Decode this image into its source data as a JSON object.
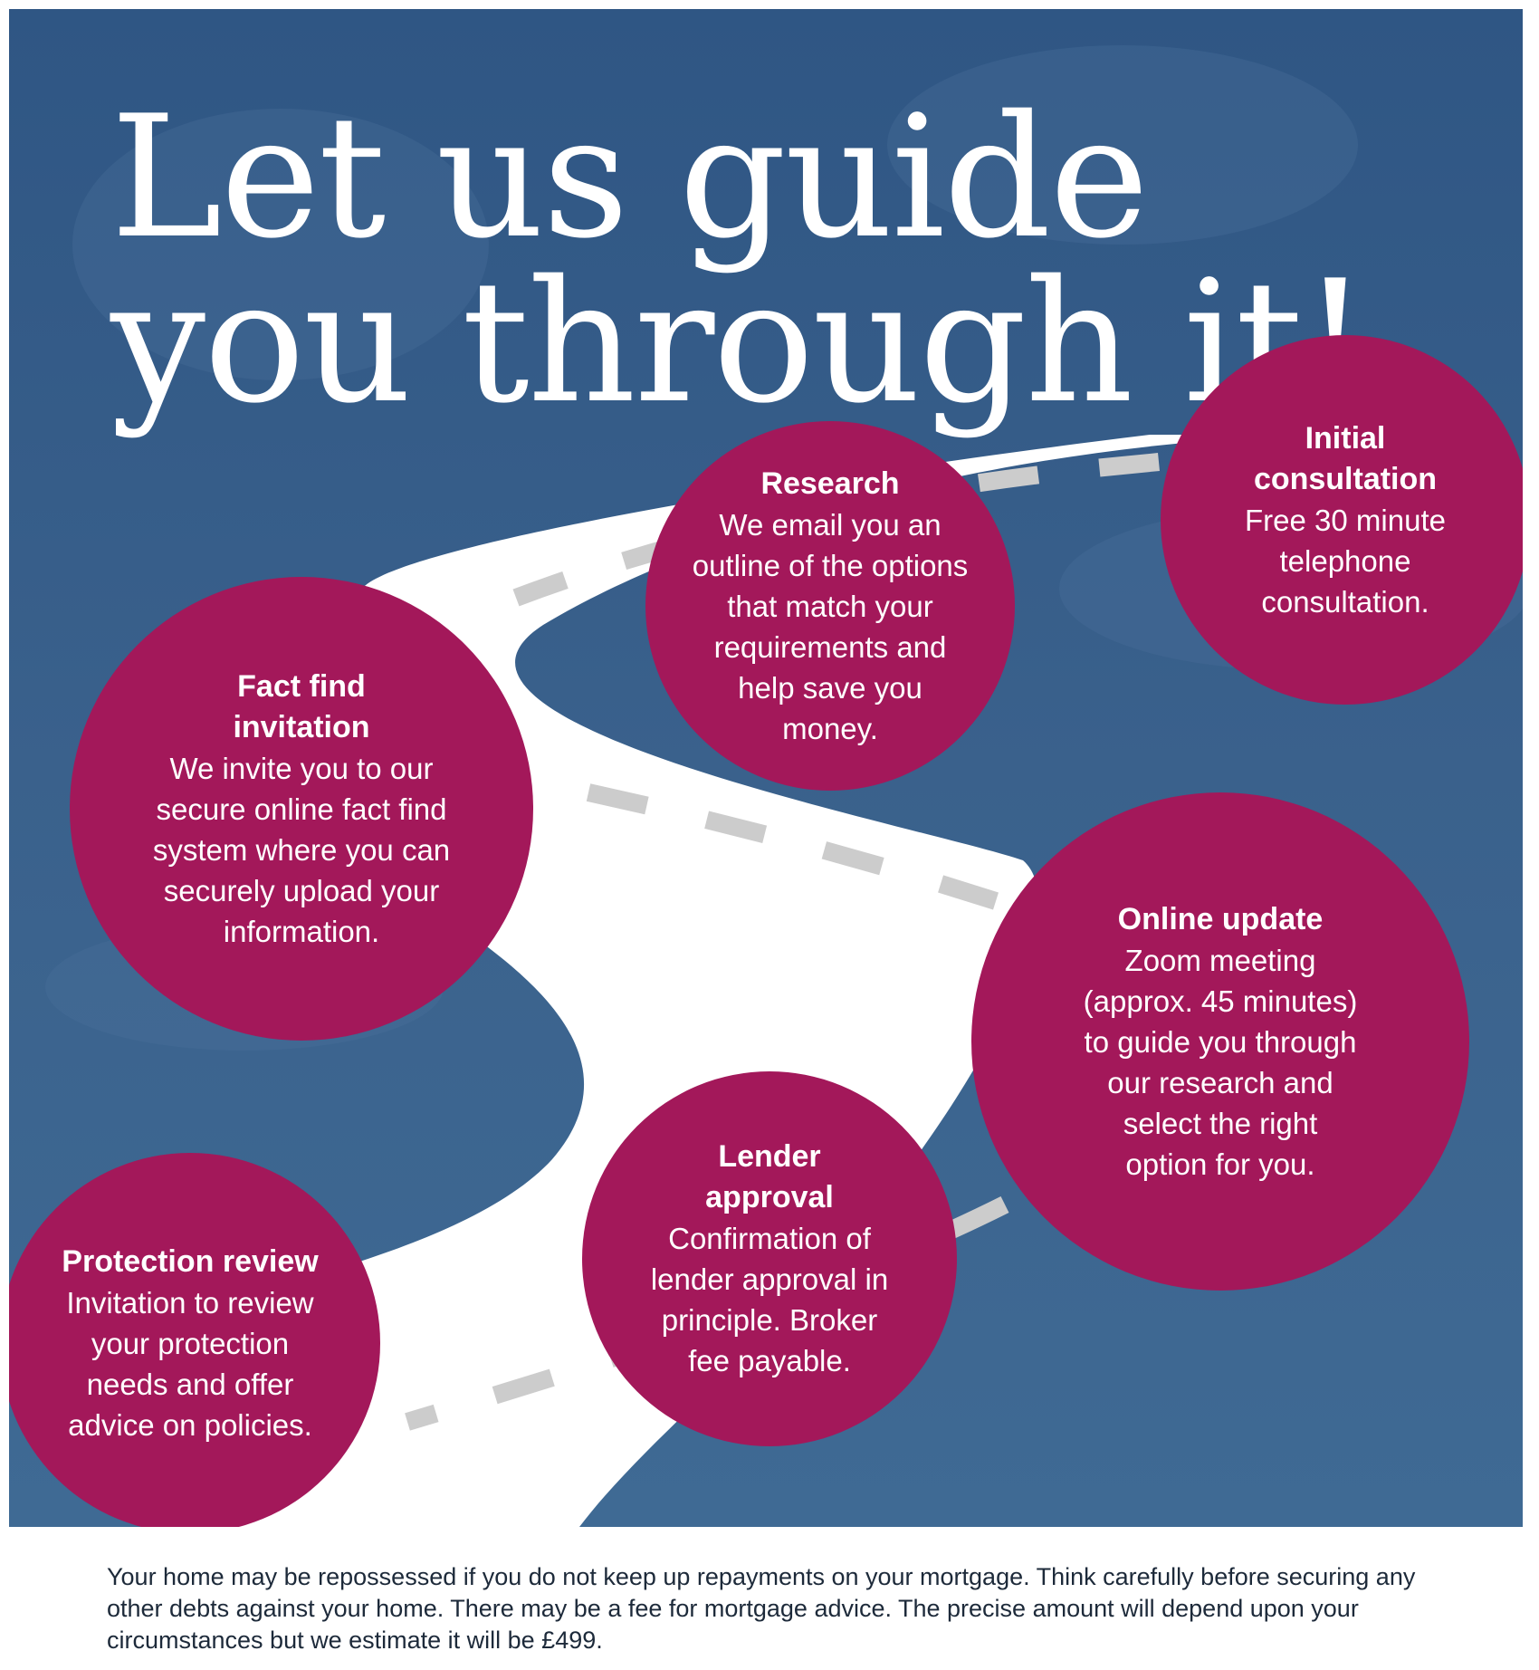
{
  "title": {
    "line1": "Let us guide",
    "line2": "you through it!"
  },
  "colors": {
    "background": "#3d6590",
    "circle": "#a3185a",
    "road": "#ffffff",
    "dash": "#cccccc",
    "text": "#ffffff"
  },
  "steps": [
    {
      "title_lines": [
        "Initial",
        "consultation"
      ],
      "desc_lines": [
        "Free 30 minute",
        "telephone",
        "consultation."
      ]
    },
    {
      "title_lines": [
        "Research"
      ],
      "desc_lines": [
        "We email you an",
        "outline of the options",
        "that match your",
        "requirements and",
        "help save you",
        "money."
      ]
    },
    {
      "title_lines": [
        "Fact find",
        "invitation"
      ],
      "desc_lines": [
        "We invite you to our",
        "secure online fact find",
        "system where you can",
        "securely upload your",
        "information."
      ]
    },
    {
      "title_lines": [
        "Online update"
      ],
      "desc_lines": [
        "Zoom meeting",
        "(approx. 45 minutes)",
        "to guide you through",
        "our research and",
        "select the right",
        "option for you."
      ]
    },
    {
      "title_lines": [
        "Lender",
        "approval"
      ],
      "desc_lines": [
        "Confirmation of",
        "lender approval in",
        "principle. Broker",
        "fee payable."
      ]
    },
    {
      "title_lines": [
        "Protection review"
      ],
      "desc_lines": [
        "Invitation to review",
        "your protection",
        "needs and offer",
        "advice on policies."
      ]
    }
  ],
  "disclaimer": "Your home may be repossessed if you do not keep up repayments on your mortgage. Think carefully before securing any other debts against your home. There may be a fee for mortgage advice. The precise amount will depend upon your circumstances but we estimate it will be £499."
}
